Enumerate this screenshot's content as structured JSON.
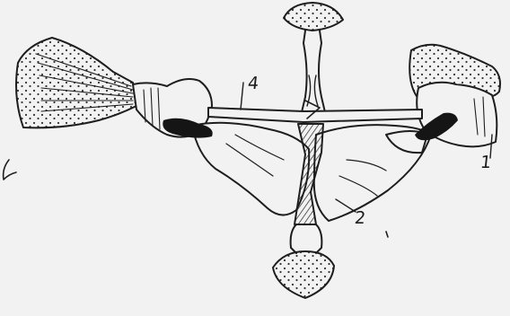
{
  "diagram": {
    "labels": {
      "one": "1",
      "two": "2",
      "four": "4"
    }
  }
}
